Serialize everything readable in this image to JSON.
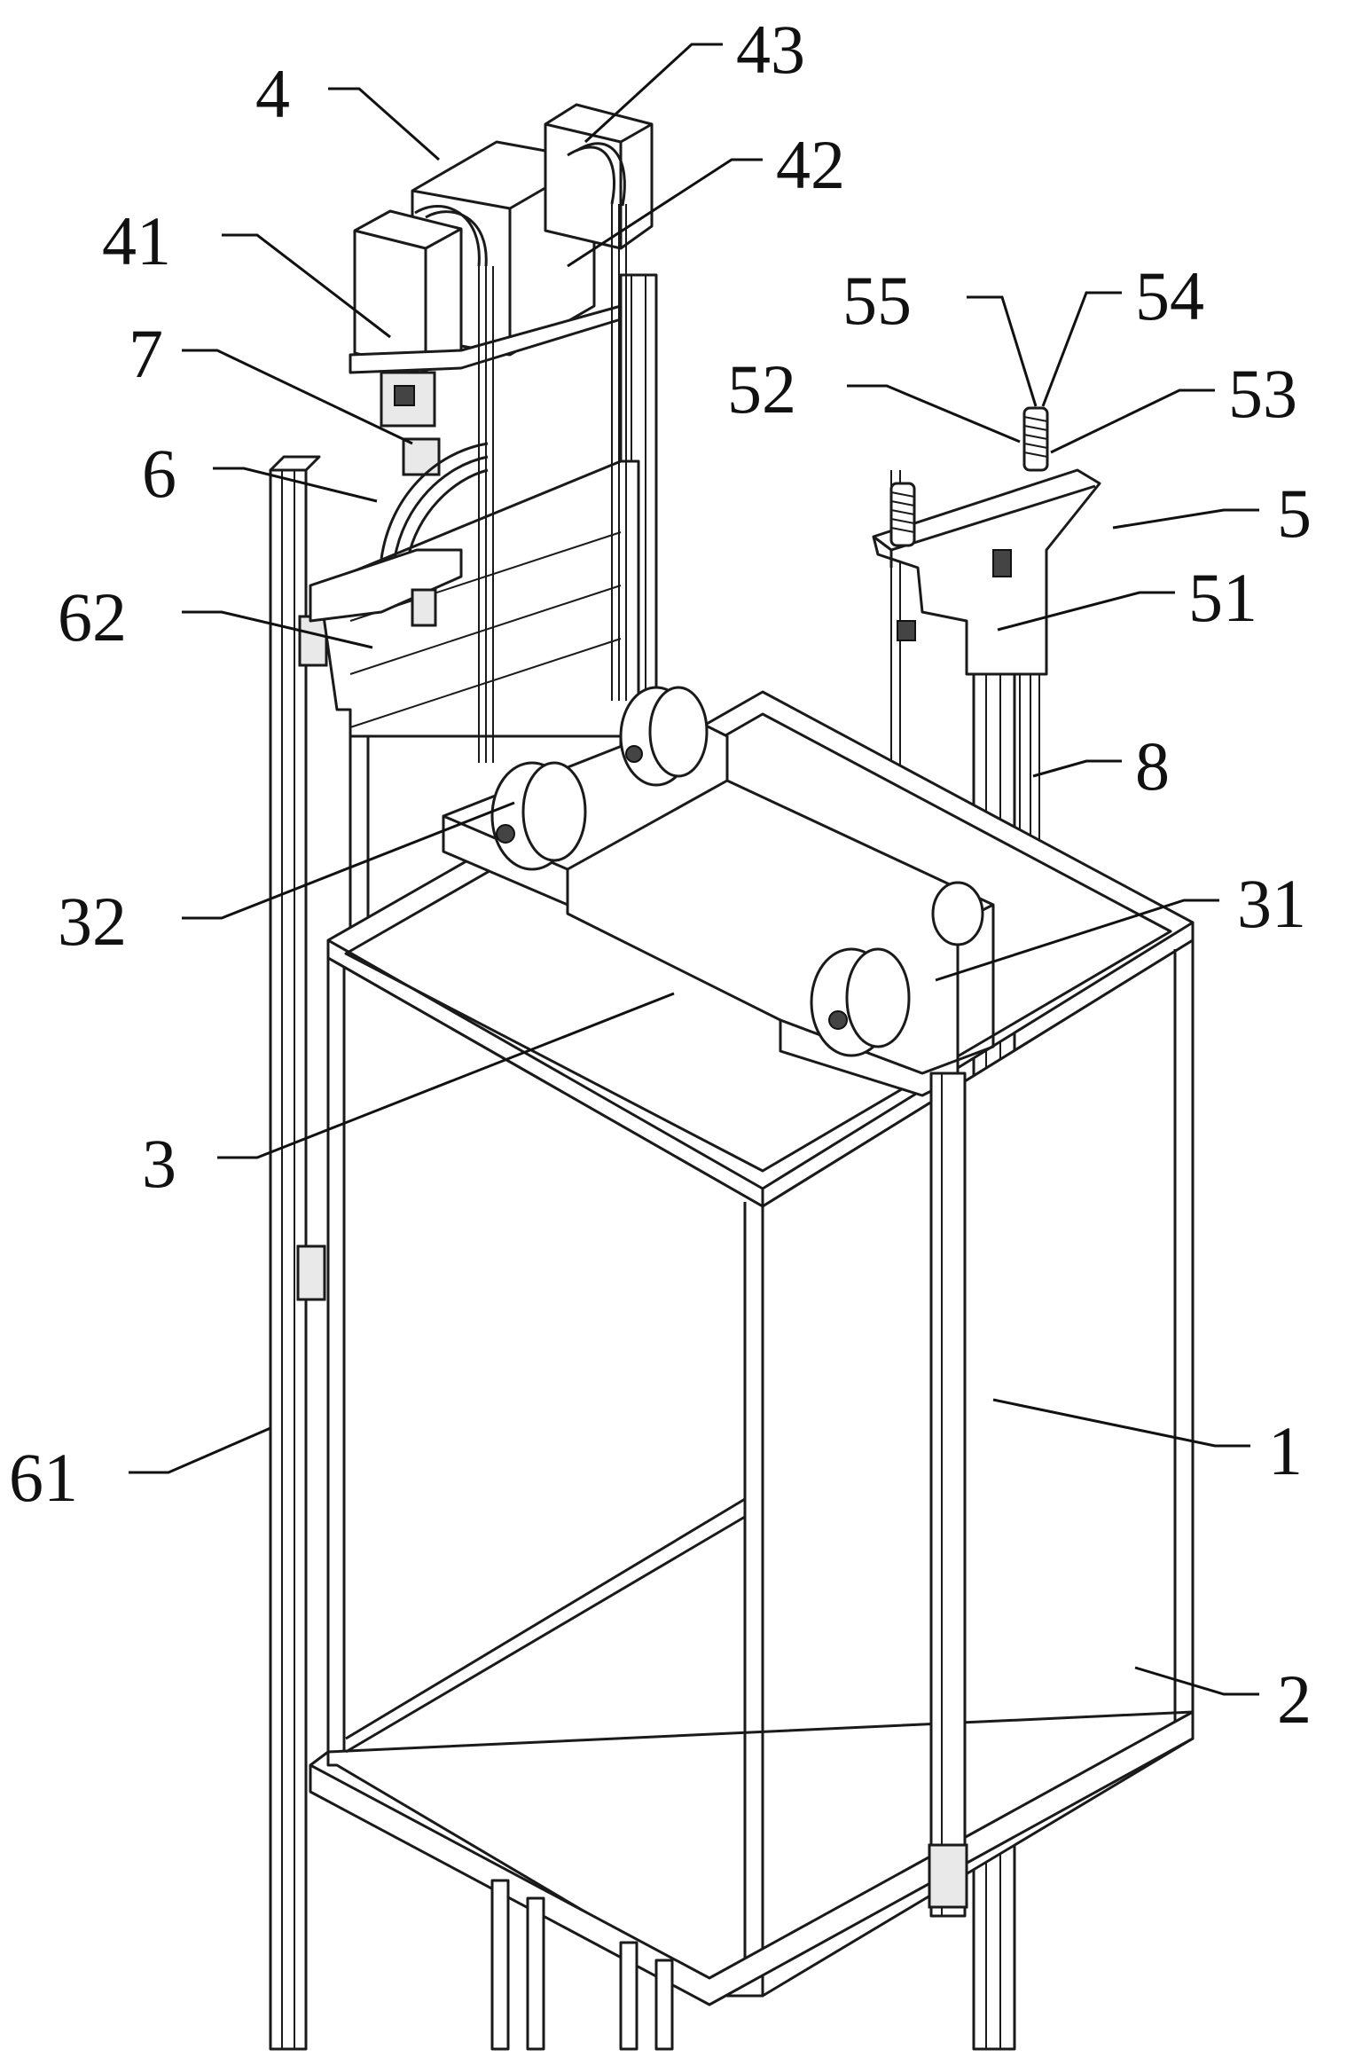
{
  "labels": [
    {
      "id": "ref-43",
      "text": "43"
    },
    {
      "id": "ref-4",
      "text": "4"
    },
    {
      "id": "ref-42",
      "text": "42"
    },
    {
      "id": "ref-41",
      "text": "41"
    },
    {
      "id": "ref-55",
      "text": "55"
    },
    {
      "id": "ref-54",
      "text": "54"
    },
    {
      "id": "ref-7",
      "text": "7"
    },
    {
      "id": "ref-52",
      "text": "52"
    },
    {
      "id": "ref-53",
      "text": "53"
    },
    {
      "id": "ref-6",
      "text": "6"
    },
    {
      "id": "ref-5",
      "text": "5"
    },
    {
      "id": "ref-62",
      "text": "62"
    },
    {
      "id": "ref-51",
      "text": "51"
    },
    {
      "id": "ref-8",
      "text": "8"
    },
    {
      "id": "ref-32",
      "text": "32"
    },
    {
      "id": "ref-31",
      "text": "31"
    },
    {
      "id": "ref-3",
      "text": "3"
    },
    {
      "id": "ref-61",
      "text": "61"
    },
    {
      "id": "ref-1",
      "text": "1"
    },
    {
      "id": "ref-2",
      "text": "2"
    }
  ],
  "colors": {
    "line": "#1a1a1a",
    "background": "#ffffff"
  }
}
